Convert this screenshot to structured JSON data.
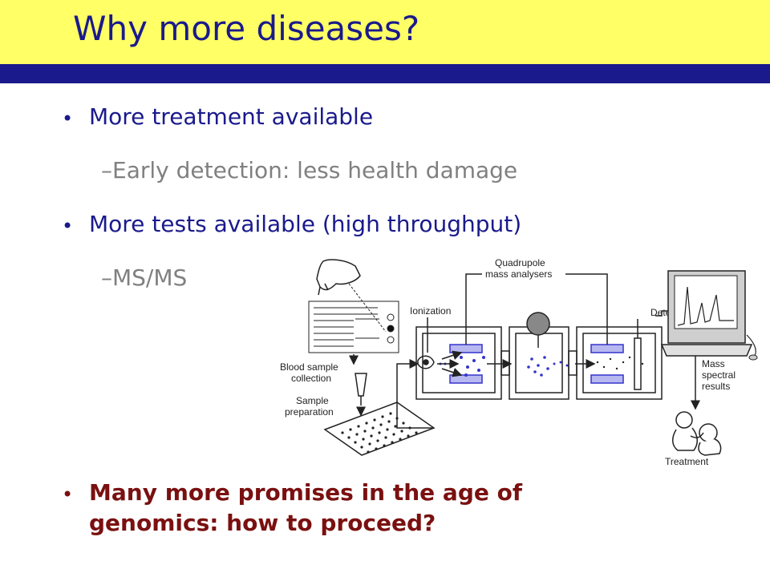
{
  "slide": {
    "title": "Why more diseases?",
    "bullets": {
      "b1": "More treatment available",
      "b1_sub": "–Early detection: less health damage",
      "b2": "More tests available (high throughput)",
      "b2_sub": "–MS/MS",
      "b3": "Many more promises in the age of genomics: how to proceed?"
    },
    "bullet_glyph": "•"
  },
  "diagram": {
    "labels": {
      "quadrupole_line1": "Quadrupole",
      "quadrupole_line2": "mass analysers",
      "ionization": "Ionization",
      "detector": "Detector",
      "blood_line1": "Blood sample",
      "blood_line2": "collection",
      "sample_line1": "Sample",
      "sample_line2": "preparation",
      "mass_line1": "Mass",
      "mass_line2": "spectral",
      "mass_line3": "results",
      "treatment": "Treatment"
    }
  },
  "colors": {
    "title_band": "#ffff66",
    "title_text": "#1a1a8c",
    "rule_bar": "#1a1a8c",
    "bullet_text": "#1a1a8c",
    "sub_text": "#808080",
    "emphasis_text": "#7a1010",
    "diagram_blue": "#3333cc",
    "diagram_fill": "#b8b8f0"
  }
}
